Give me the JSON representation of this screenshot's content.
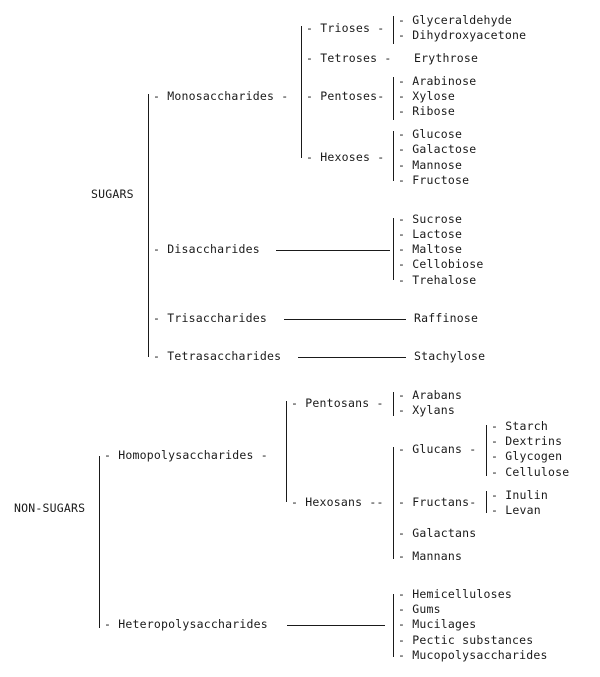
{
  "sugars": {
    "label": "SUGARS",
    "mono": {
      "label": "Monosaccharides",
      "trioses": {
        "label": "Trioses",
        "items": [
          "Glyceraldehyde",
          "Dihydroxyacetone"
        ]
      },
      "tetroses": {
        "label": "Tetroses",
        "items": [
          "Erythrose"
        ]
      },
      "pentoses": {
        "label": "Pentoses",
        "items": [
          "Arabinose",
          "Xylose",
          "Ribose"
        ]
      },
      "hexoses": {
        "label": "Hexoses",
        "items": [
          "Glucose",
          "Galactose",
          "Mannose",
          "Fructose"
        ]
      }
    },
    "di": {
      "label": "Disaccharides",
      "items": [
        "Sucrose",
        "Lactose",
        "Maltose",
        "Cellobiose",
        "Trehalose"
      ]
    },
    "tri": {
      "label": "Trisaccharides",
      "items": [
        "Raffinose"
      ]
    },
    "tetra": {
      "label": "Tetrasaccharides",
      "items": [
        "Stachylose"
      ]
    }
  },
  "nonsugars": {
    "label": "NON-SUGARS",
    "homo": {
      "label": "Homopolysaccharides",
      "pentosans": {
        "label": "Pentosans",
        "items": [
          "Arabans",
          "Xylans"
        ]
      },
      "hexosans": {
        "label": "Hexosans",
        "glucans": {
          "label": "Glucans",
          "items": [
            "Starch",
            "Dextrins",
            "Glycogen",
            "Cellulose"
          ]
        },
        "fructans": {
          "label": "Fructans",
          "items": [
            "Inulin",
            "Levan"
          ]
        },
        "galactans": {
          "label": "Galactans"
        },
        "mannans": {
          "label": "Mannans"
        }
      }
    },
    "hetero": {
      "label": "Heteropolysaccharides",
      "items": [
        "Hemicelluloses",
        "Gums",
        "Mucilages",
        "Pectic substances",
        "Mucopolysaccharides"
      ]
    }
  },
  "dash": "-"
}
